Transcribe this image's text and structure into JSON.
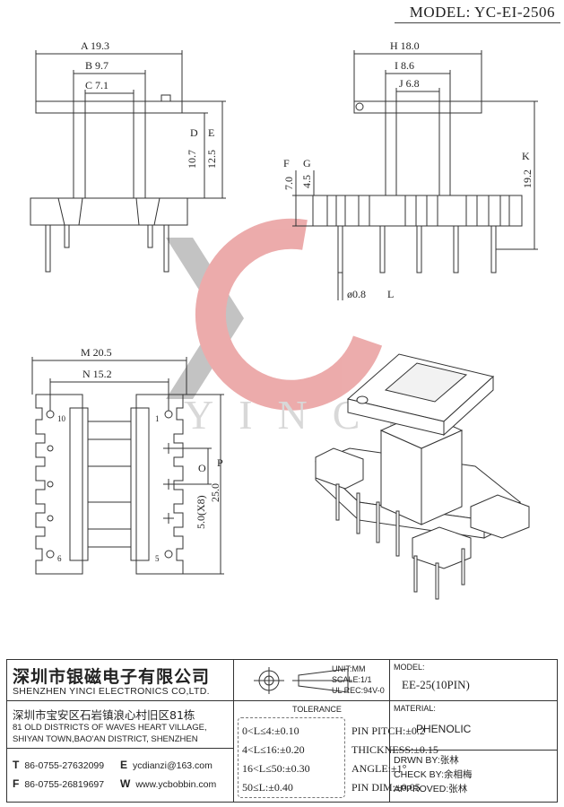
{
  "header": {
    "model_label": "MODEL: YC-EI-2506"
  },
  "views": {
    "front": {
      "dims": [
        "A 19.3",
        "B 9.7",
        "C 7.1",
        "D",
        "10.7",
        "E",
        "12.5"
      ]
    },
    "side": {
      "dims": [
        "H 18.0",
        "I 8.6",
        "J 6.8",
        "K",
        "19.2",
        "F",
        "G",
        "7.0",
        "4.5",
        "ø0.8",
        "L"
      ]
    },
    "bottom": {
      "dims": [
        "M 20.5",
        "N 15.2",
        "O",
        "P",
        "5.0(X8)",
        "25.0"
      ],
      "pins": [
        "10",
        "1",
        "6",
        "5"
      ]
    }
  },
  "watermark": {
    "text": "YINCI",
    "colors": {
      "gray": "#b5b5b5",
      "red": "#e9a6a6"
    }
  },
  "titleblock": {
    "company_cn": "深圳市银磁电子有限公司",
    "company_en": "SHENZHEN YINCI ELECTRONICS CO,LTD.",
    "address_cn": "深圳市宝安区石岩镇浪心村旧区81栋",
    "address_en_1": "81 OLD DISTRICTS OF WAVES HEART VILLAGE,",
    "address_en_2": "SHIYAN TOWN,BAO'AN DISTRICT, SHENZHEN",
    "tel_label": "T",
    "tel": "86-0755-27632099",
    "email_label": "E",
    "email": "ycdianzi@163.com",
    "fax_label": "F",
    "fax": "86-0755-26819697",
    "web_label": "W",
    "web": "www.ycbobbin.com",
    "unit": "UNIT:MM",
    "scale": "SCALE:1/1",
    "ul_rec": "UL REC:94V-0",
    "tolerance_title": "TOLERANCE",
    "tolerances": [
      "0<L≤4:±0.10",
      "4<L≤16:±0.20",
      "16<L≤50:±0.30",
      "50≤L:±0.40"
    ],
    "pin_specs": [
      "PIN PITCH:±0.2",
      "THICKNESS:±0.15",
      "ANGLE:±1°",
      "PIN DIM:±0.05"
    ],
    "model_label": "MODEL:",
    "model_value": "EE-25(10PIN)",
    "material_label": "MATERIAL:",
    "material_value": "PHENOLIC",
    "drawn": "DRWN BY:张林",
    "checked": "CHECK BY:余相梅",
    "approved": "APPROVED:张林"
  }
}
